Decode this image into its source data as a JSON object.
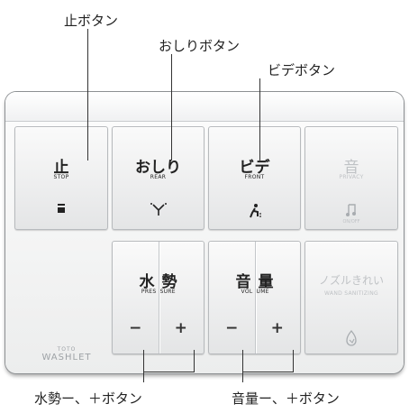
{
  "callouts": {
    "stop": "止ボタン",
    "rear": "おしりボタン",
    "front": "ビデボタン",
    "pressure": "水勢ー、＋ボタン",
    "volume": "音量ー、＋ボタン"
  },
  "buttons": {
    "stop": {
      "label": "止",
      "sub": "STOP",
      "icon": "stop-icon"
    },
    "rear": {
      "label": "おしり",
      "sub": "REAR",
      "icon": "rear-spray-icon"
    },
    "front": {
      "label": "ビデ",
      "sub": "FRONT",
      "icon": "front-spray-icon"
    },
    "privacy": {
      "label": "音",
      "sub": "PRIVACY",
      "icon_label": "ON/OFF",
      "icon": "music-note-icon"
    },
    "pressure": {
      "label_left": "水",
      "label_right": "勢",
      "sub_left": "PRES",
      "sub_right": "SURE",
      "minus": "−",
      "plus": "+"
    },
    "volume": {
      "label_left": "音",
      "label_right": "量",
      "sub_left": "VOL",
      "sub_right": "UME",
      "minus": "−",
      "plus": "+"
    },
    "wand": {
      "label": "ノズルきれい",
      "sub": "WAND SANITIZING",
      "icon": "wand-clean-icon"
    }
  },
  "brand": {
    "top": "TOTO",
    "bottom": "WASHLET"
  },
  "colors": {
    "body": "#f4f5f5",
    "outline": "#8d9093",
    "disabled_text": "#bfc2c5"
  }
}
